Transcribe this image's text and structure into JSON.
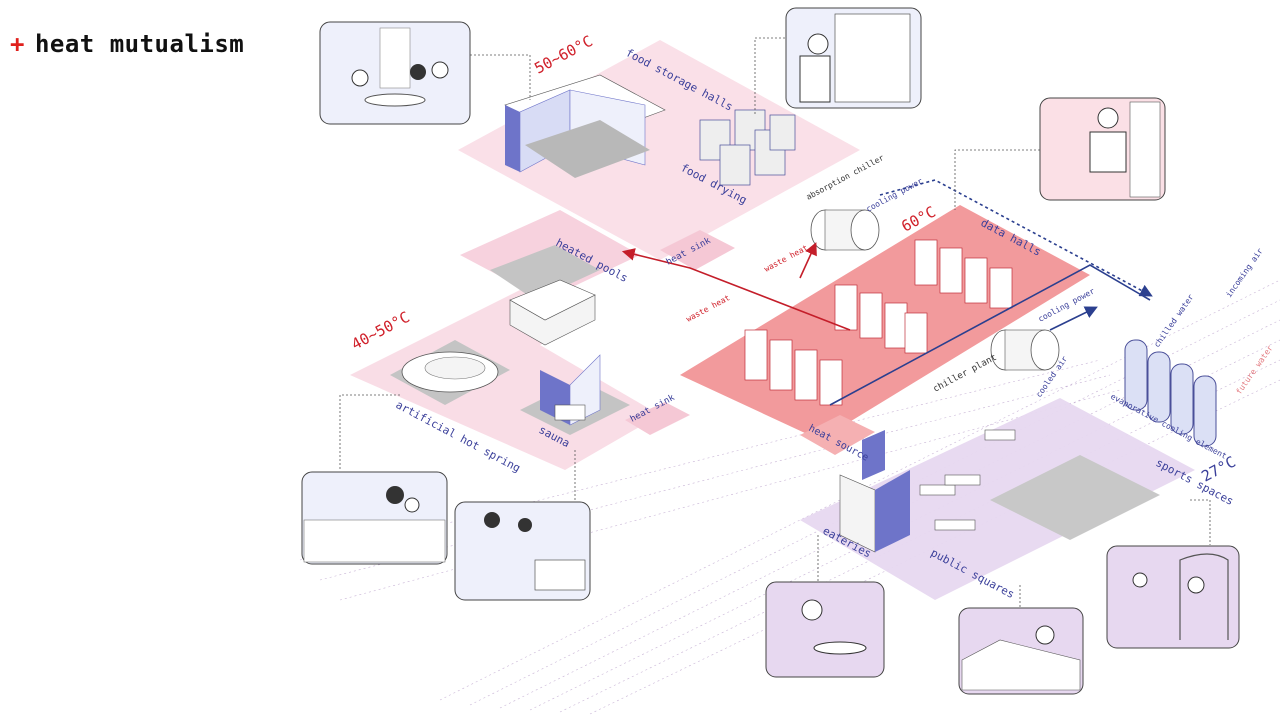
{
  "title": {
    "plus": "+",
    "text": "heat mutualism"
  },
  "colors": {
    "accent_red": "#e0201c",
    "blue": "#3a3f9a",
    "pink_zone": "#f6d3df",
    "red_zone": "#f29a9c",
    "purple_zone": "#e2d2ee"
  },
  "zones": {
    "food": {
      "temp": "50~60°C",
      "halls": "food storage halls",
      "drying": "food drying",
      "sink": "heat sink"
    },
    "pools": {
      "temp": "40~50°C",
      "heated_pools": "heated pools",
      "hot_spring": "artificial hot spring",
      "sauna": "sauna",
      "sink": "heat sink"
    },
    "data": {
      "temp": "60°C",
      "halls": "data halls",
      "source": "heat source",
      "chiller_plant": "chiller plant",
      "absorption_chiller": "absorption chiller"
    },
    "public": {
      "temp": "27°C",
      "sports": "sports spaces",
      "eateries": "eateries",
      "squares": "public squares"
    }
  },
  "flows": {
    "waste_heat_1": "waste heat",
    "waste_heat_2": "waste heat",
    "cooling_power_1": "cooling power",
    "cooling_power_2": "cooling power",
    "incoming_air": "incoming air",
    "chilled_water": "chilled water",
    "evaporative": "evaporative cooling element",
    "cooled_air": "cooled air",
    "future_water": "future water"
  },
  "vignettes": [
    {
      "id": "cafe"
    },
    {
      "id": "food-worker"
    },
    {
      "id": "office-worker"
    },
    {
      "id": "hot-spring-bathers"
    },
    {
      "id": "sauna-users"
    },
    {
      "id": "cook"
    },
    {
      "id": "reader"
    },
    {
      "id": "sports-players"
    }
  ]
}
